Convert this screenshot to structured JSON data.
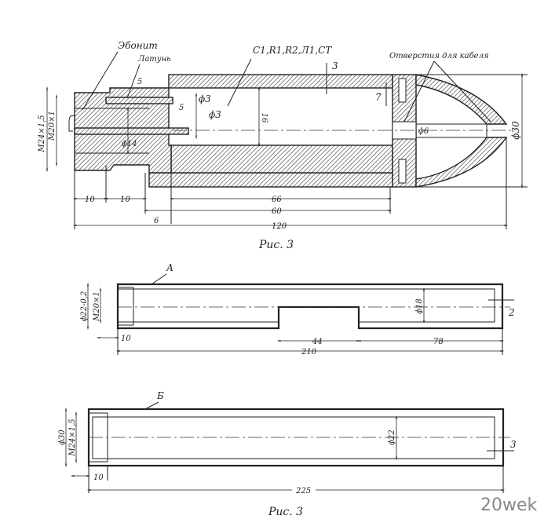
{
  "figure1": {
    "labels": {
      "ebonite": "Эбонит",
      "brass": "Латунь",
      "components": "C1,R1,R2,Л1,CT",
      "cable_holes": "Отверстия для кабеля"
    },
    "dimensions": {
      "thread_outer": "M24×1,5",
      "thread_inner": "M20×1",
      "d14": "ϕ14",
      "d3_a": "ϕ3",
      "d3_b": "ϕ3",
      "five_a": "5",
      "five_b": "5",
      "sixteen": "16",
      "three": "3",
      "seven": "7",
      "d6": "ϕ6",
      "d30": "ϕ30",
      "ten_a": "10",
      "ten_b": "10",
      "sixtysix": "66",
      "sixty": "60",
      "six": "6",
      "onetwenty": "120"
    },
    "caption": "Рис. 3"
  },
  "figureA": {
    "label": "А",
    "dimensions": {
      "d22": "ϕ22-0,2",
      "thread": "M20×1",
      "d18": "ϕ18",
      "two": "2",
      "ten": "10",
      "fortyfour": "44",
      "seventyeight": "78",
      "total": "210"
    }
  },
  "figureB": {
    "label": "Б",
    "dimensions": {
      "d30": "ϕ30",
      "thread": "M24×1,5",
      "d22": "ϕ22",
      "three": "3",
      "ten": "10",
      "total": "225"
    },
    "caption": "Рис. 3"
  },
  "watermark": "20wek"
}
